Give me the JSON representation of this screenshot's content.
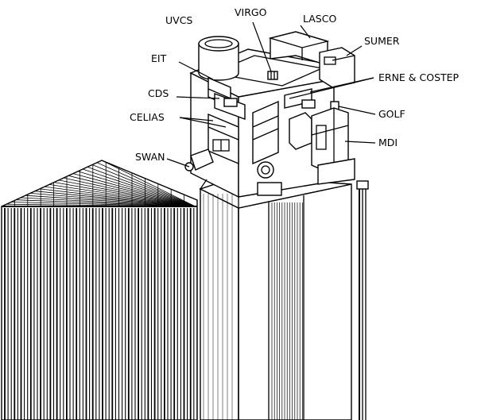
{
  "diagram": {
    "labels": {
      "uvcs": "UVCS",
      "virgo": "VIRGO",
      "lasco": "LASCO",
      "sumer": "SUMER",
      "eit": "EIT",
      "erne_costep": "ERNE & COSTEP",
      "cds": "CDS",
      "golf": "GOLF",
      "celias": "CELIAS",
      "mdi": "MDI",
      "swan": "SWAN"
    }
  }
}
